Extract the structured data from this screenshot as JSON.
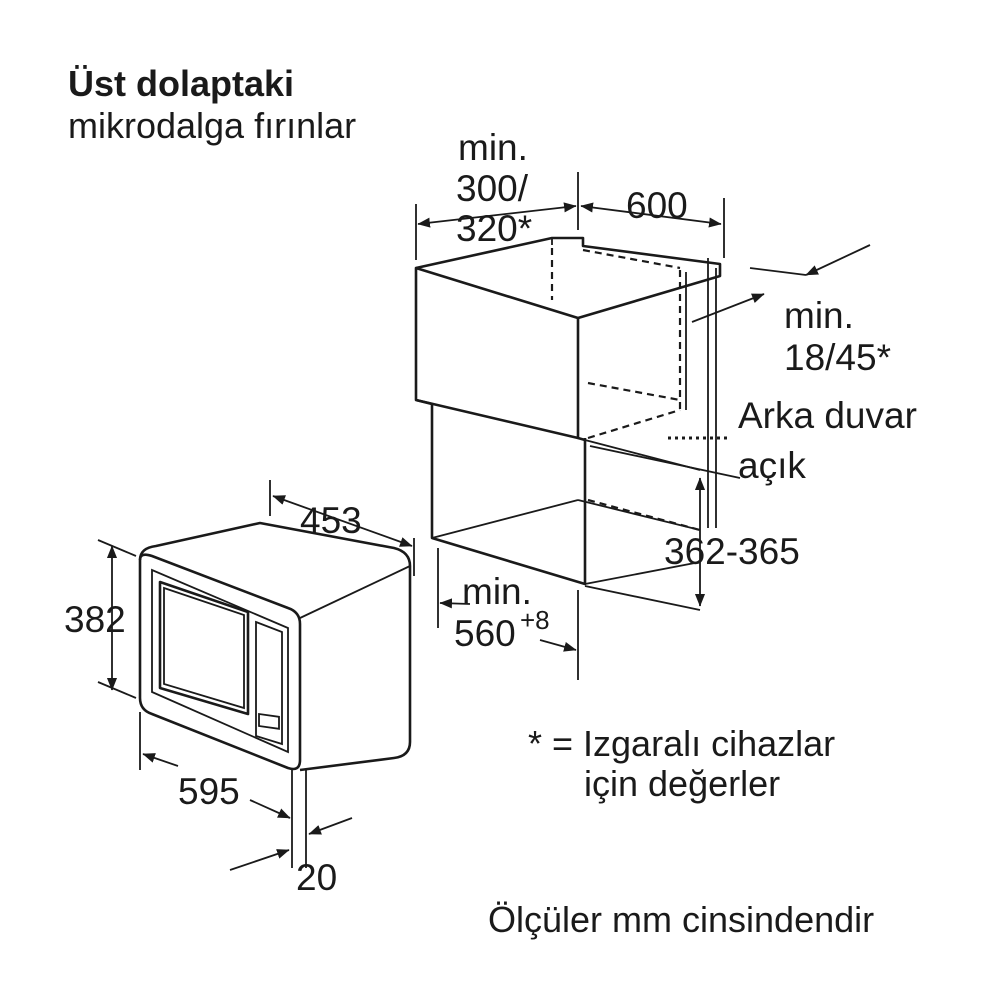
{
  "title": {
    "line1": "Üst dolaptaki",
    "line2": "mikrodalga fırınlar"
  },
  "cabinet": {
    "gap_min_label": "min.",
    "gap_value_1": "300/",
    "gap_value_2": "320*",
    "depth": "600",
    "back_gap_min_label": "min.",
    "back_gap_value": "18/45*",
    "back_wall_label": "Arka duvar",
    "open_label": "açık",
    "height_range": "362-365",
    "niche_min_label": "min.",
    "niche_width": "560",
    "niche_tolerance": "+8"
  },
  "appliance": {
    "depth": "453",
    "height": "382",
    "width": "595",
    "front_depth": "20"
  },
  "notes": {
    "grill_line1": "* = Izgaralı cihazlar",
    "grill_line2": "için değerler",
    "units": "Ölçüler mm cinsindendir"
  }
}
